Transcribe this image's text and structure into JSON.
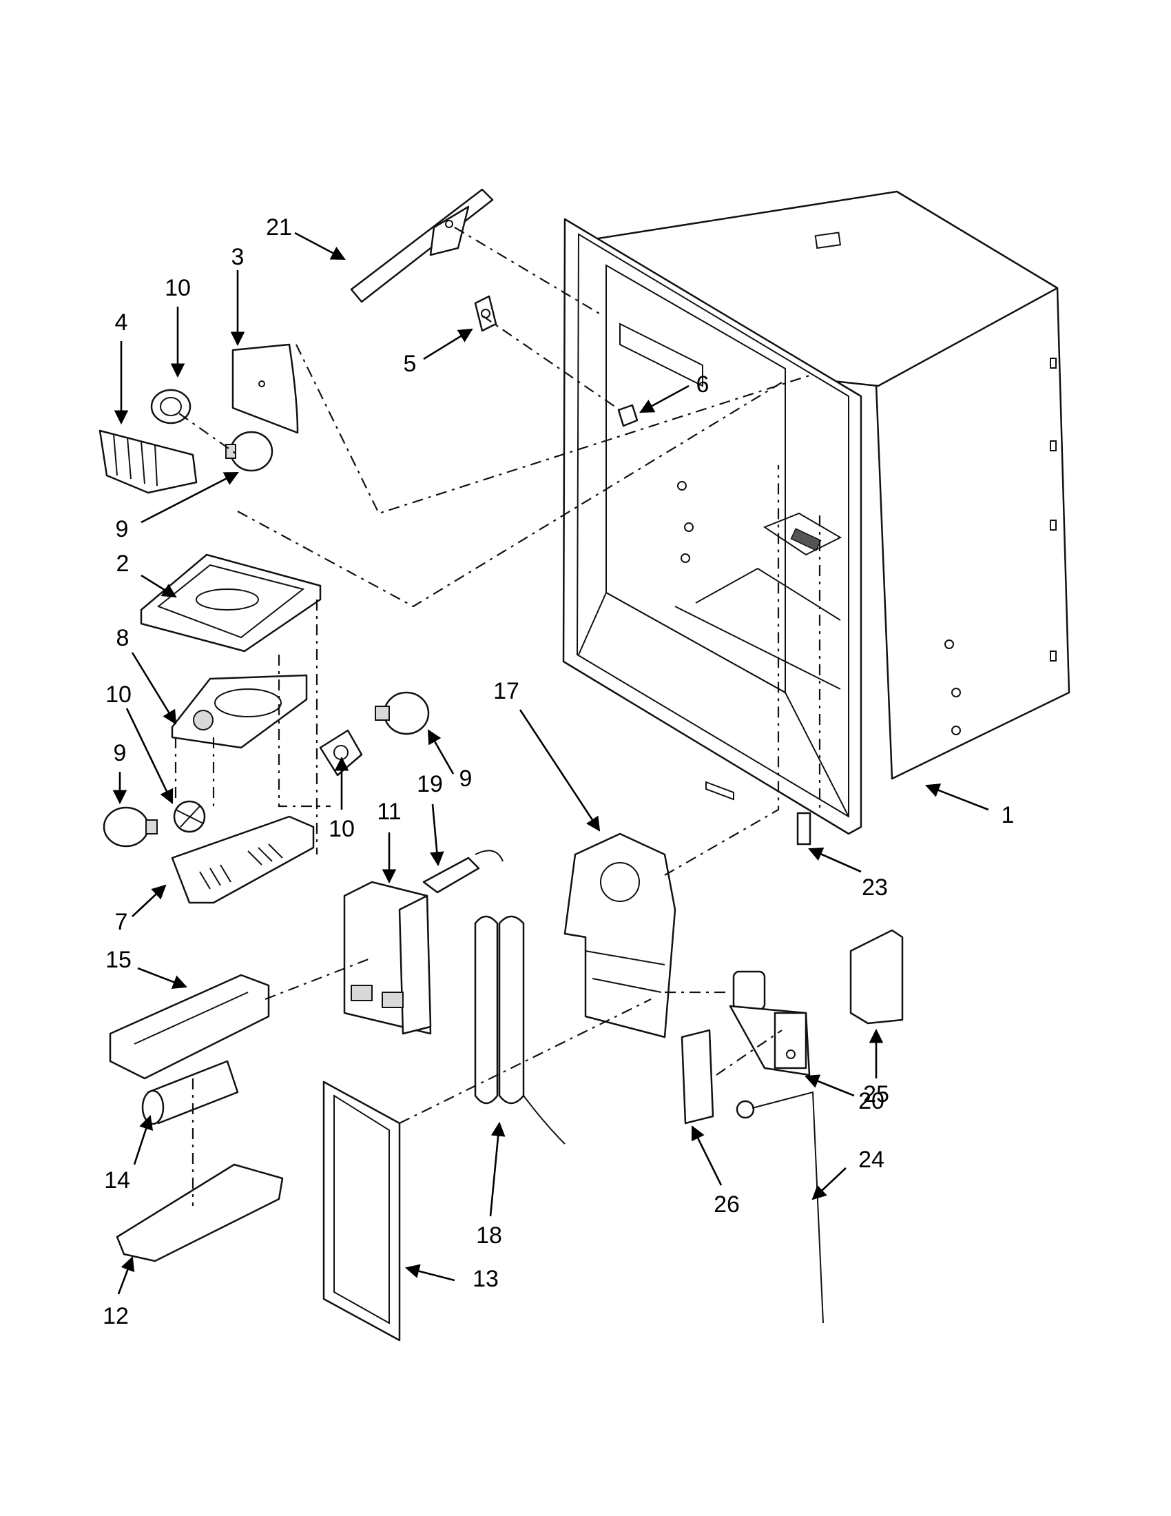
{
  "callouts": [
    {
      "label": "21"
    },
    {
      "label": "3"
    },
    {
      "label": "10"
    },
    {
      "label": "4"
    },
    {
      "label": "5"
    },
    {
      "label": "6"
    },
    {
      "label": "9"
    },
    {
      "label": "2"
    },
    {
      "label": "8"
    },
    {
      "label": "10"
    },
    {
      "label": "9"
    },
    {
      "label": "9"
    },
    {
      "label": "17"
    },
    {
      "label": "10"
    },
    {
      "label": "11"
    },
    {
      "label": "19"
    },
    {
      "label": "1"
    },
    {
      "label": "7"
    },
    {
      "label": "23"
    },
    {
      "label": "15"
    },
    {
      "label": "25"
    },
    {
      "label": "20"
    },
    {
      "label": "14"
    },
    {
      "label": "24"
    },
    {
      "label": "26"
    },
    {
      "label": "18"
    },
    {
      "label": "13"
    },
    {
      "label": "12"
    }
  ],
  "colors": {
    "ink": "#111111",
    "paper": "#ffffff",
    "shade": "#d9d9d9"
  }
}
